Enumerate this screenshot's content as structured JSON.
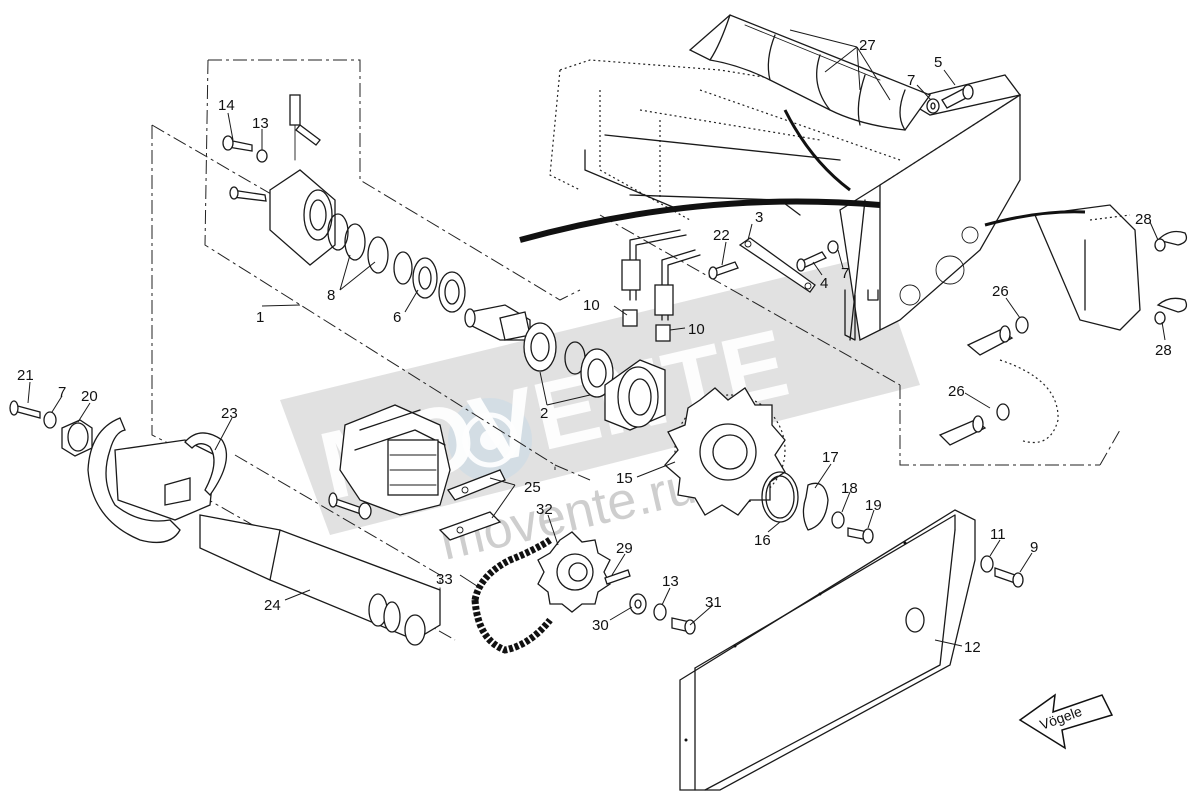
{
  "logo": {
    "text": "Vögele"
  },
  "watermark": {
    "main": "MOVENTE",
    "sub": "movente.ru"
  },
  "labels": [
    {
      "id": "1",
      "text": "1"
    },
    {
      "id": "2",
      "text": "2"
    },
    {
      "id": "3",
      "text": "3"
    },
    {
      "id": "4",
      "text": "4"
    },
    {
      "id": "5",
      "text": "5"
    },
    {
      "id": "6",
      "text": "6"
    },
    {
      "id": "7a",
      "text": "7"
    },
    {
      "id": "7b",
      "text": "7"
    },
    {
      "id": "7c",
      "text": "7"
    },
    {
      "id": "8",
      "text": "8"
    },
    {
      "id": "9",
      "text": "9"
    },
    {
      "id": "10a",
      "text": "10"
    },
    {
      "id": "10b",
      "text": "10"
    },
    {
      "id": "11",
      "text": "11"
    },
    {
      "id": "12",
      "text": "12"
    },
    {
      "id": "13a",
      "text": "13"
    },
    {
      "id": "13b",
      "text": "13"
    },
    {
      "id": "14",
      "text": "14"
    },
    {
      "id": "15",
      "text": "15"
    },
    {
      "id": "16",
      "text": "16"
    },
    {
      "id": "17",
      "text": "17"
    },
    {
      "id": "18",
      "text": "18"
    },
    {
      "id": "19",
      "text": "19"
    },
    {
      "id": "20",
      "text": "20"
    },
    {
      "id": "21",
      "text": "21"
    },
    {
      "id": "22",
      "text": "22"
    },
    {
      "id": "23",
      "text": "23"
    },
    {
      "id": "24",
      "text": "24"
    },
    {
      "id": "25",
      "text": "25"
    },
    {
      "id": "26a",
      "text": "26"
    },
    {
      "id": "26b",
      "text": "26"
    },
    {
      "id": "27",
      "text": "27"
    },
    {
      "id": "28a",
      "text": "28"
    },
    {
      "id": "28b",
      "text": "28"
    },
    {
      "id": "29",
      "text": "29"
    },
    {
      "id": "30",
      "text": "30"
    },
    {
      "id": "31",
      "text": "31"
    },
    {
      "id": "32",
      "text": "32"
    },
    {
      "id": "33",
      "text": "33"
    }
  ]
}
